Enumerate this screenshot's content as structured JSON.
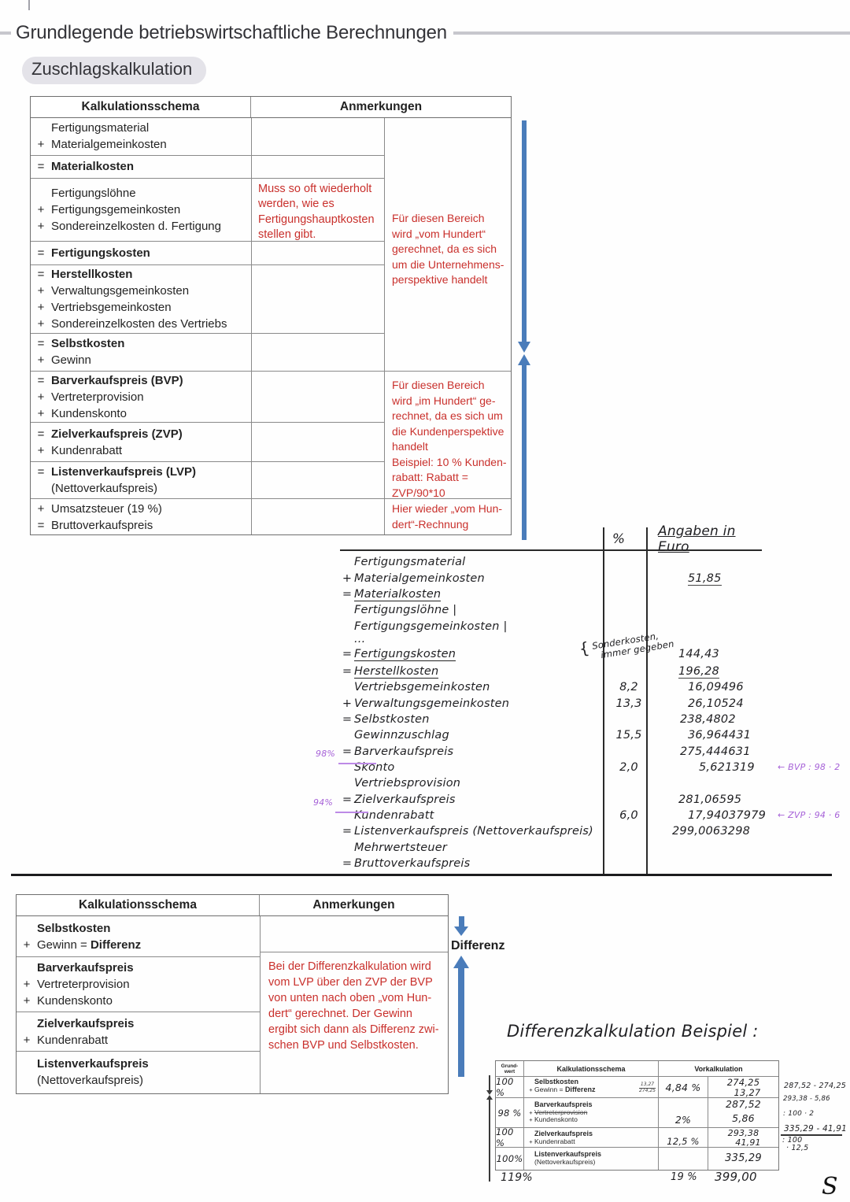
{
  "page": {
    "title": "Grundlegende betriebswirtschaftliche Berechnungen",
    "badge": "Zuschlagskalkulation"
  },
  "schema_table": {
    "header": {
      "schema": "Kalkulationsschema",
      "notes": "Anmerkungen"
    },
    "rows": [
      {
        "lines": [
          {
            "op": "",
            "text": "Fertigungsmaterial"
          },
          {
            "op": "+",
            "text": "Materialgemeinkosten"
          }
        ]
      },
      {
        "lines": [
          {
            "op": "=",
            "text": "Materialkosten"
          }
        ]
      },
      {
        "lines": [
          {
            "op": "",
            "text": "Fertigungslöhne"
          },
          {
            "op": "+",
            "text": "Fertigungsgemeinkosten"
          },
          {
            "op": "+",
            "text": "Sondereinzelkosten d. Fertigung"
          }
        ],
        "note": "Muss so oft wiederholt werden, wie es Fertigungshauptkostenstellen gibt."
      },
      {
        "lines": [
          {
            "op": "=",
            "text": "Fertigungskosten"
          }
        ]
      },
      {
        "lines": [
          {
            "op": "=",
            "text": "Herstellkosten"
          },
          {
            "op": "+",
            "text": "Verwaltungsgemeinkosten"
          },
          {
            "op": "+",
            "text": "Vertriebsgemeinkosten"
          },
          {
            "op": "+",
            "text": "Sondereinzelkosten des Vertriebs"
          }
        ]
      },
      {
        "lines": [
          {
            "op": "=",
            "text": "Selbstkosten"
          },
          {
            "op": "+",
            "text": "Gewinn"
          }
        ]
      },
      {
        "lines": [
          {
            "op": "=",
            "text": "Barverkaufspreis (BVP)"
          },
          {
            "op": "+",
            "text": "Vertreterprovision"
          },
          {
            "op": "+",
            "text": "Kundenskonto"
          }
        ]
      },
      {
        "lines": [
          {
            "op": "=",
            "text": "Zielverkaufspreis (ZVP)"
          },
          {
            "op": "+",
            "text": "Kundenrabatt"
          }
        ]
      },
      {
        "lines": [
          {
            "op": "=",
            "text": "Listenverkaufspreis (LVP)"
          },
          {
            "op": "",
            "text": "(Nettoverkaufspreis)"
          }
        ]
      },
      {
        "lines": [
          {
            "op": "+",
            "text": "Umsatzsteuer (19 %)"
          },
          {
            "op": "=",
            "text": "Bruttoverkaufspreis"
          }
        ]
      }
    ],
    "side_notes": {
      "vom_hundert": "Für diesen Bereich wird „vom Hundert“ gerechnet, da es sich um die Unternehmens-perspektive handelt",
      "im_hundert": "Für diesen Bereich wird „im Hundert“ ge-rechnet, da es sich um die Kundenperspektive handelt",
      "im_hundert_beispiel": "Beispiel: 10 % Kunden-rabatt: Rabatt = ZVP/90*10",
      "wieder_vom_hundert": "Hier wieder „vom Hun-dert“-Rechnung"
    }
  },
  "calc": {
    "pct_header": "%",
    "euro_header": "Angaben in Euro",
    "pre_bvp": "98%",
    "pre_zvp": "94%",
    "fert_note1": "Sonderkosten,",
    "fert_note2": "immer gegeben",
    "rows": [
      {
        "op": "",
        "label": "Fertigungsmaterial"
      },
      {
        "op": "+",
        "label": "Materialgemeinkosten",
        "euro": "51,85"
      },
      {
        "op": "=",
        "label": "Materialkosten"
      },
      {
        "op": "",
        "label": "Fertigungslöhne  |"
      },
      {
        "op": "",
        "label": "Fertigungsgemeinkosten  |"
      },
      {
        "op": "",
        "label": "..."
      },
      {
        "op": "=",
        "label": "Fertigungskosten",
        "euro": "144,43"
      },
      {
        "op": "=",
        "label": "Herstellkosten",
        "euro": "196,28"
      },
      {
        "op": "",
        "label": "Vertriebsgemeinkosten",
        "pct": "8,2",
        "euro": "16,09496"
      },
      {
        "op": "+",
        "label": "Verwaltungsgemeinkosten",
        "pct": "13,3",
        "euro": "26,10524"
      },
      {
        "op": "=",
        "label": "Selbstkosten",
        "euro": "238,4802"
      },
      {
        "op": "",
        "label": "Gewinnzuschlag",
        "pct": "15,5",
        "euro": "36,964431"
      },
      {
        "op": "=",
        "label": "Barverkaufspreis",
        "euro": "275,444631"
      },
      {
        "op": "",
        "label": "Skonto",
        "pct": "2,0",
        "euro": "5,621319",
        "note": "← BVP : 98 · 2"
      },
      {
        "op": "",
        "label": "Vertriebsprovision"
      },
      {
        "op": "=",
        "label": "Zielverkaufspreis",
        "euro": "281,06595"
      },
      {
        "op": "",
        "label": "Kundenrabatt",
        "pct": "6,0",
        "euro": "17,94037979",
        "note": "← ZVP : 94 · 6"
      },
      {
        "op": "=",
        "label": "Listenverkaufspreis (Nettoverkaufspreis)",
        "euro": "299,0063298"
      },
      {
        "op": "",
        "label": "Mehrwertsteuer"
      },
      {
        "op": "=",
        "label": "Bruttoverkaufspreis"
      }
    ]
  },
  "diff_table": {
    "header": {
      "schema": "Kalkulationsschema",
      "notes": "Anmerkungen"
    },
    "rows": [
      {
        "lines": [
          {
            "op": "",
            "text": "Selbstkosten"
          },
          {
            "op": "+",
            "text": "Gewinn = ",
            "text2": "Differenz"
          }
        ]
      },
      {
        "lines": [
          {
            "op": "",
            "text": "Barverkaufspreis"
          },
          {
            "op": "+",
            "text": "Vertreterprovision"
          },
          {
            "op": "+",
            "text": "Kundenskonto"
          }
        ]
      },
      {
        "lines": [
          {
            "op": "",
            "text": "Zielverkaufspreis"
          },
          {
            "op": "+",
            "text": "Kundenrabatt"
          }
        ]
      },
      {
        "lines": [
          {
            "op": "",
            "text": "Listenverkaufspreis"
          },
          {
            "op": "",
            "text": "(Nettoverkaufspreis)"
          }
        ]
      }
    ],
    "note": "Bei der Differenzkalkulation wird vom LVP über den ZVP der BVP von unten nach oben „vom Hun-dert“ gerechnet. Der Gewinn ergibt sich dann als Differenz zwi-schen BVP und Selbstkosten.",
    "arrow_label": "Differenz"
  },
  "beispiel": {
    "heading": "Differenzkalkulation  Beispiel :",
    "col_grund1": "Grund-",
    "col_grund2": "wert",
    "col_schema": "Kalkulationsschema",
    "col_vorkalkulation": "Vorkalkulation",
    "rows": [
      {
        "grund": "100 %",
        "l1": "Selbstkosten",
        "l2op": "+",
        "l2": "Gewinn = ",
        "l2b": "Differenz",
        "fraction_top": "13,27",
        "fraction_bottom": "274,25",
        "pct": "4,84 %",
        "val1": "274,25",
        "val2": "13,27"
      },
      {
        "grund": "98 %",
        "l1": "Barverkaufspreis",
        "l2op": "+",
        "l2": "Vertreterprovision",
        "l3op": "+",
        "l3": "Kundenskonto",
        "pct": "2%",
        "val1": "287,52",
        "val2": "5,86"
      },
      {
        "grund": "100 %",
        "l1": "Zielverkaufspreis",
        "l2op": "+",
        "l2": "Kundenrabatt",
        "pct": "12,5 %",
        "val1": "293,38",
        "val2": "41,91"
      },
      {
        "grund": "100%",
        "l1": "Listenverkaufspreis",
        "l2": "(Nettoverkaufspreis)",
        "val1": "335,29"
      }
    ],
    "footer": {
      "grund": "119%",
      "pct": "19 %",
      "value": "399,00"
    },
    "margin_notes": [
      "287,52 - 274,25",
      "293,38 - 5,86",
      ": 100 · 2",
      "335,29 - 41,91",
      ": 100",
      "· 12,5"
    ],
    "signature": "S"
  }
}
